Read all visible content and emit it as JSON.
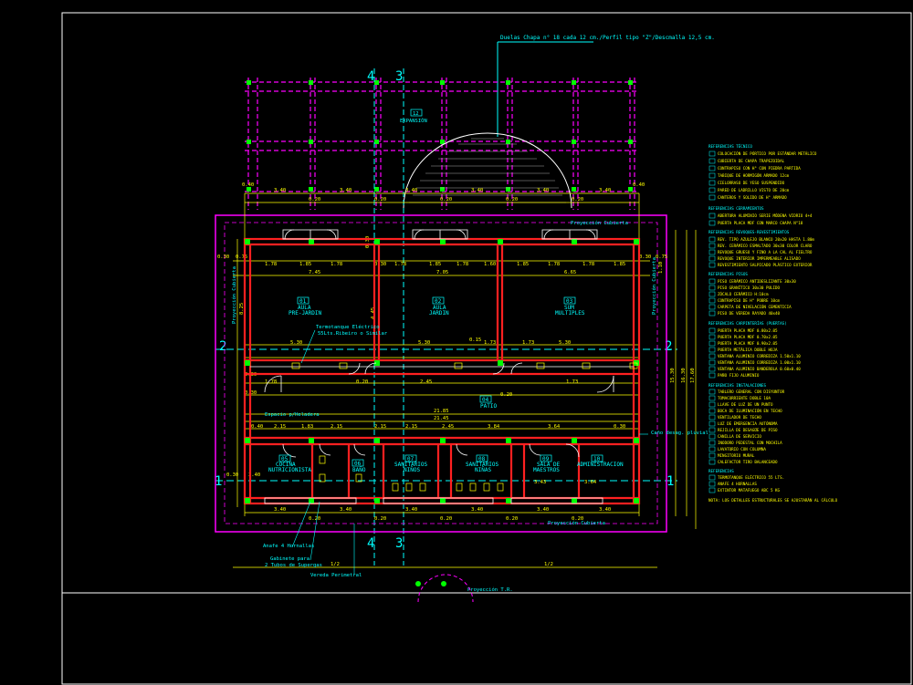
{
  "frame": {
    "background": "#000000",
    "border_color": "#ffffff"
  },
  "top_note": "Duelas Chapa n° 18 cada 12 cm./Perfil tipo \"Z\"/Descmalla 12,5 cm.",
  "rooms": {
    "r12": {
      "num": "12",
      "name": "EXPANSIÓN"
    },
    "r01": {
      "num": "01",
      "name": "AULA",
      "sub": "PRE-JARDIN"
    },
    "r02": {
      "num": "02",
      "name": "AULA",
      "sub": "JARDIN"
    },
    "r03": {
      "num": "03",
      "name": "SUM",
      "sub": "MULTIPLES"
    },
    "r04": {
      "num": "04",
      "name": "PATIO"
    },
    "r05": {
      "num": "05",
      "name": "COCINA",
      "sub": "NUTRICIONISTA"
    },
    "r06": {
      "num": "06",
      "name": "BAÑO"
    },
    "r07": {
      "num": "07",
      "name": "SANITARIOS",
      "sub": "NIÑOS"
    },
    "r08": {
      "num": "08",
      "name": "SANITARIOS",
      "sub": "NIÑAS"
    },
    "r09": {
      "num": "09",
      "name": "SALA DE",
      "sub": "MAESTROS"
    },
    "r10": {
      "num": "10",
      "name": "ADMINISTRACION"
    }
  },
  "labels": {
    "proj_top": "Proyección Cubierta",
    "proj_bottom": "Proyección Cubierta",
    "proj_left": "Proyección Cubierta",
    "proj_right": "Proyección Cubierta",
    "termo": "Termotanque Eléctrico",
    "termo2": "55Lts.Ribeiro o Similar",
    "espacio": "Espacio p/Heladera",
    "canio": "Caño desag. pluvial",
    "anafe": "Anafe 4 Hornallas",
    "gabinete": "Gabinete  para",
    "gabinete2": "2 Tubos de Supergas",
    "vereda": "Vereda Perimetral",
    "proy_tr": "Proyección T.R.",
    "axis1": "1",
    "axis2": "2",
    "axis3": "3",
    "axis4": "4"
  },
  "dims": {
    "d_040": "0.40",
    "d_075": "0.75",
    "d_340": "3.40",
    "d_020": "0.20",
    "d_030": "0.30",
    "d_178": "1.78",
    "d_185": "1.85",
    "d_160": "1.60",
    "d_745": "7.45",
    "d_705": "7.05",
    "d_665": "6.65",
    "d_530": "5.30",
    "d_015": "0.15",
    "d_173": "1.73",
    "d_245": "2.45",
    "d_2185": "21.85",
    "d_2145": "21.45",
    "d_215": "2.15",
    "d_384": "3.84",
    "d_245b": "2.45",
    "d_364": "3.64",
    "d_183": "1.83",
    "d_343": "3.43",
    "d_1530": "15.30",
    "d_1630": "16.30",
    "d_1760": "17.60",
    "d_12": "1/2",
    "d_825": "8.25",
    "d_445": "4.45",
    "d_600": "6.00",
    "d_160b": "1.60",
    "d_110": "1.10"
  },
  "legend": {
    "h1": "REFERENCIAS TÉCNICO",
    "g1": [
      "COLOCACIÓN DE PÓRTICO POR ESTÁNDAR METÁLICO",
      "CUBIERTA DE CHAPA TRAPEZOIDAL",
      "CONTRAPISO CON H° CON PIEDRA PARTIDA",
      "TABIQUE DE HORMIGÓN ARMADO 12cm",
      "CIELORRASO DE YESO SUSPENDIDO",
      "PARED DE LADRILLO VISTO DE 20cm",
      "CANTEROS Y SOLIDO DE H° ARMADO"
    ],
    "h2": "REFERENCIAS CERRAMIENTOS",
    "g2": [
      "ABERTURA ALUMINIO SERIE MÓDENA VIDRIO 4+4",
      "PUERTA PLACA MDF CON MARCO CHAPA N°18"
    ],
    "h3": "REFERENCIAS REVOQUES-REVESTIMIENTOS",
    "g3": [
      "REV. TIPO AZULEJO BLANCO 20x20 HASTA 1.80m",
      "REV. CERÁMICO ESMALTADO 30x30 COLOR CLARO",
      "REVOQUE GRUESO Y FINO A LA CAL AL FIELTRO",
      "REVOQUE INTERIOR IMPERMEABLE ALISADO",
      "REVESTIMIENTO SALPICADO PLÁSTICO EXTERIOR"
    ],
    "h4": "REFERENCIAS PISOS",
    "g4": [
      "PISO CERÁMICO ANTIDESLIZANTE 30x30",
      "PISO GRANÍTICO 30x30 PULIDO",
      "ZÓCALO CERÁMICO H:10cm",
      "CONTRAPISO DE H° POBRE 10cm",
      "CARPETA DE NIVELACIÓN CEMENTICIA",
      "PISO DE VEREDA RAYADO 40x40"
    ],
    "h5": "REFERENCIAS CARPINTERÍAS (PUERTAS)",
    "g5": [
      "PUERTA PLACA MDF 0.80x2.05",
      "PUERTA PLACA MDF 0.70x2.05",
      "PUERTA PLACA MDF 0.90x2.05",
      "PUERTA METÁLICA DOBLE HOJA",
      "VENTANA ALUMINIO CORREDIZA 1.50x1.10",
      "VENTANA ALUMINIO CORREDIZA 1.00x1.10",
      "VENTANA ALUMINIO BANDEROLA 0.60x0.40",
      "PAÑO FIJO ALUMINIO"
    ],
    "h6": "REFERENCIAS INSTALACIONES",
    "g6": [
      "TABLERO GENERAL CON DISYUNTOR",
      "TOMACORRIENTE DOBLE 10A",
      "LLAVE DE LUZ DE UN PUNTO",
      "BOCA DE ILUMINACIÓN EN TECHO",
      "VENTILADOR DE TECHO",
      "LUZ DE EMERGENCIA AUTÓNOMA",
      "REJILLA DE DESAGÜE DE PISO",
      "CANILLA DE SERVICIO",
      "INODORO PEDESTAL CON MOCHILA",
      "LAVATORIO CON COLUMNA",
      "MINGITORIO MURAL",
      "CALEFACTOR TIRO BALANCEADO"
    ],
    "h7": "REFERENCIAS",
    "g7": [
      "TERMOTANQUE ELÉCTRICO 55 LTS.",
      "ANAFE 4 HORNALLAS",
      "EXTINTOR MATAFUEGO ABC 5 KG"
    ],
    "note": "NOTA: LOS DETALLES ESTRUCTURALES SE AJUSTARÁN AL CÁLCULO"
  }
}
